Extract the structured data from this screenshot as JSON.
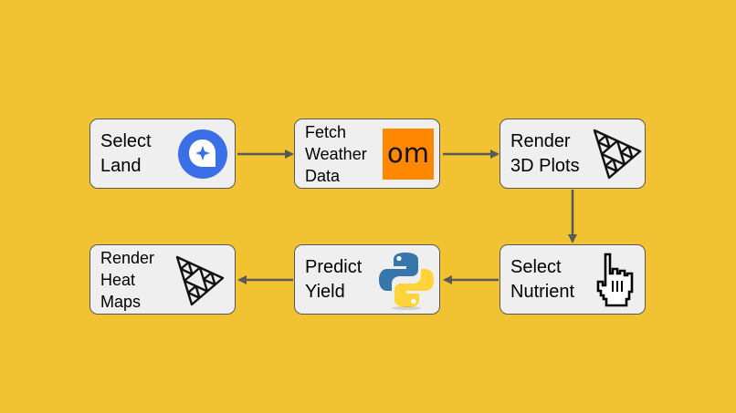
{
  "nodes": {
    "select_land": {
      "line1": "Select",
      "line2": "Land"
    },
    "fetch_weather": {
      "line1": "Fetch",
      "line2": "Weather",
      "line3": "Data"
    },
    "om_logo_text": "om",
    "render_3d": {
      "line1": "Render",
      "line2": "3D Plots"
    },
    "select_nutrient": {
      "line1": "Select",
      "line2": "Nutrient"
    },
    "predict_yield": {
      "line1": "Predict",
      "line2": "Yield"
    },
    "render_heat": {
      "line1": "Render",
      "line2": "Heat",
      "line3": "Maps"
    }
  },
  "icons": {
    "select_land": "map-pin-sparkle-icon",
    "fetch_weather": "open-meteo-logo-icon",
    "render_3d": "triangle-mesh-icon",
    "select_nutrient": "pointer-hand-cursor-icon",
    "predict_yield": "python-logo-icon",
    "render_heat": "triangle-mesh-icon"
  },
  "colors": {
    "background": "#f1c232",
    "node_fill": "#efefef",
    "node_border": "#595959",
    "arrow": "#595959",
    "om_logo": "#ff8800",
    "pin_blue": "#3b6fe8",
    "python_blue": "#3776ab",
    "python_yellow": "#ffd43b"
  }
}
